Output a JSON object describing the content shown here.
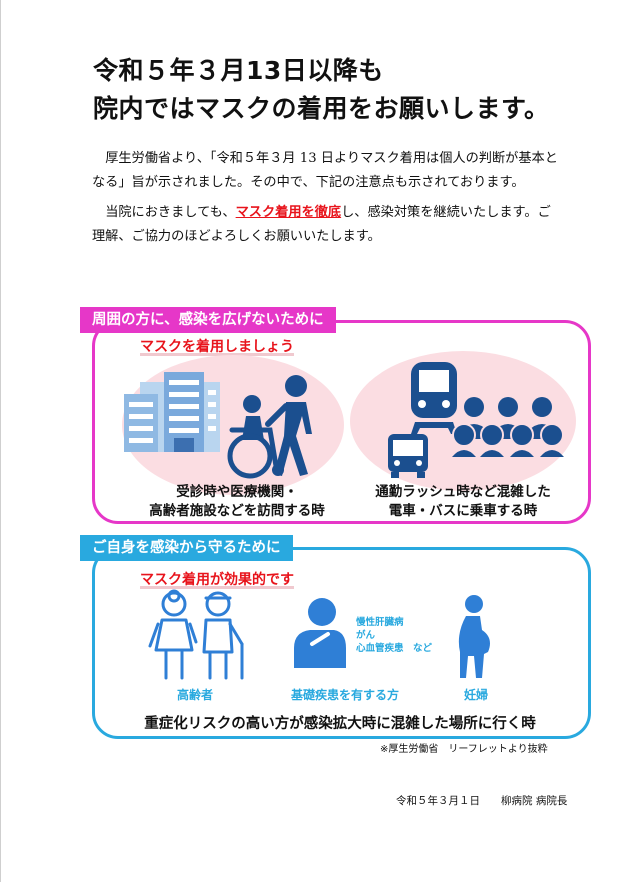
{
  "title": {
    "line1": "令和５年３月13日以降も",
    "line2": "院内ではマスクの着用をお願いします。"
  },
  "body": {
    "para1": "厚生労働省より、「令和５年３月 13 日よりマスク着用は個人の判断が基本となる」旨が示されました。その中で、下記の注意点も示されております。",
    "para2_before": "当院におきましても、",
    "para2_emphasis": "マスク着用を徹底",
    "para2_after": "し、感染対策を継続いたします。ご理解、ご協力のほどよろしくお願いいたします。"
  },
  "section1": {
    "tab": "周囲の方に、感染を広げないために",
    "subtitle": "マスクを着用しましょう",
    "caption_left": {
      "line1": "受診時や医療機関・",
      "line2": "高齢者施設などを訪問する時"
    },
    "caption_right": {
      "line1": "通勤ラッシュ時など混雑した",
      "line2": "電車・バスに乗車する時"
    },
    "icons": [
      "hospital-building-icon",
      "wheelchair-caregiver-icon",
      "train-icon",
      "bus-icon",
      "crowd-icon"
    ]
  },
  "section2": {
    "tab": "ご自身を感染から守るために",
    "subtitle": "マスク着用が効果的です",
    "labels": {
      "elderly": "高齢者",
      "underlying": "基礎疾患を有する方",
      "pregnant": "妊婦"
    },
    "diseases": [
      "慢性肝臓病",
      "がん",
      "心血管疾患　など"
    ],
    "risk_text": "重症化リスクの高い方が感染拡大時に混雑した場所に行く時",
    "icons": [
      "elderly-couple-icon",
      "person-underlying-condition-icon",
      "pregnant-woman-icon"
    ]
  },
  "source_note": "※厚生労働省　リーフレットより抜粋",
  "footer": {
    "date": "令和５年３月１日",
    "signature": "柳病院 病院長"
  },
  "colors": {
    "pink": "#e637c8",
    "blue": "#29a9df",
    "red": "#e8141c",
    "blob": "#fbdde2",
    "navy": "#1b4f8f",
    "icon_blue": "#2f7fd6"
  }
}
